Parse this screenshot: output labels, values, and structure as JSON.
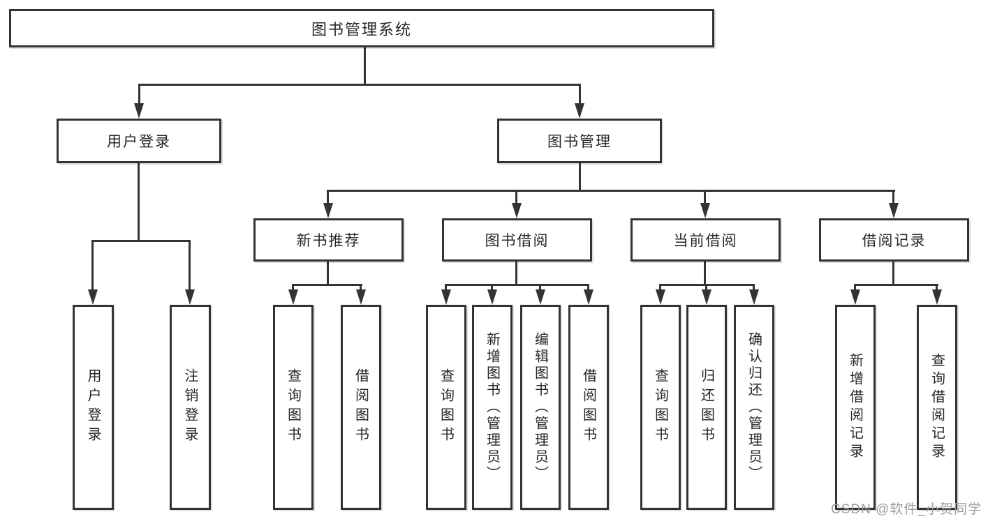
{
  "tree": {
    "root": "图书管理系统",
    "branches": [
      {
        "label": "用户登录",
        "children": [
          "用户登录",
          "注销登录"
        ]
      },
      {
        "label": "图书管理",
        "groups": [
          {
            "label": "新书推荐",
            "children": [
              "查询图书",
              "借阅图书"
            ]
          },
          {
            "label": "图书借阅",
            "children": [
              "查询图书",
              "新增图书（管理员）",
              "编辑图书（管理员）",
              "借阅图书"
            ]
          },
          {
            "label": "当前借阅",
            "children": [
              "查询图书",
              "归还图书",
              "确认归还（管理员）"
            ]
          },
          {
            "label": "借阅记录",
            "children": [
              "新增借阅记录",
              "查询借阅记录"
            ]
          }
        ]
      }
    ]
  },
  "watermark": {
    "text": "CSDN @软件_小贺同学"
  },
  "colors": {
    "line": "#333333",
    "text": "#262626",
    "watermark": "#9d9d9d",
    "background": "#ffffff"
  }
}
